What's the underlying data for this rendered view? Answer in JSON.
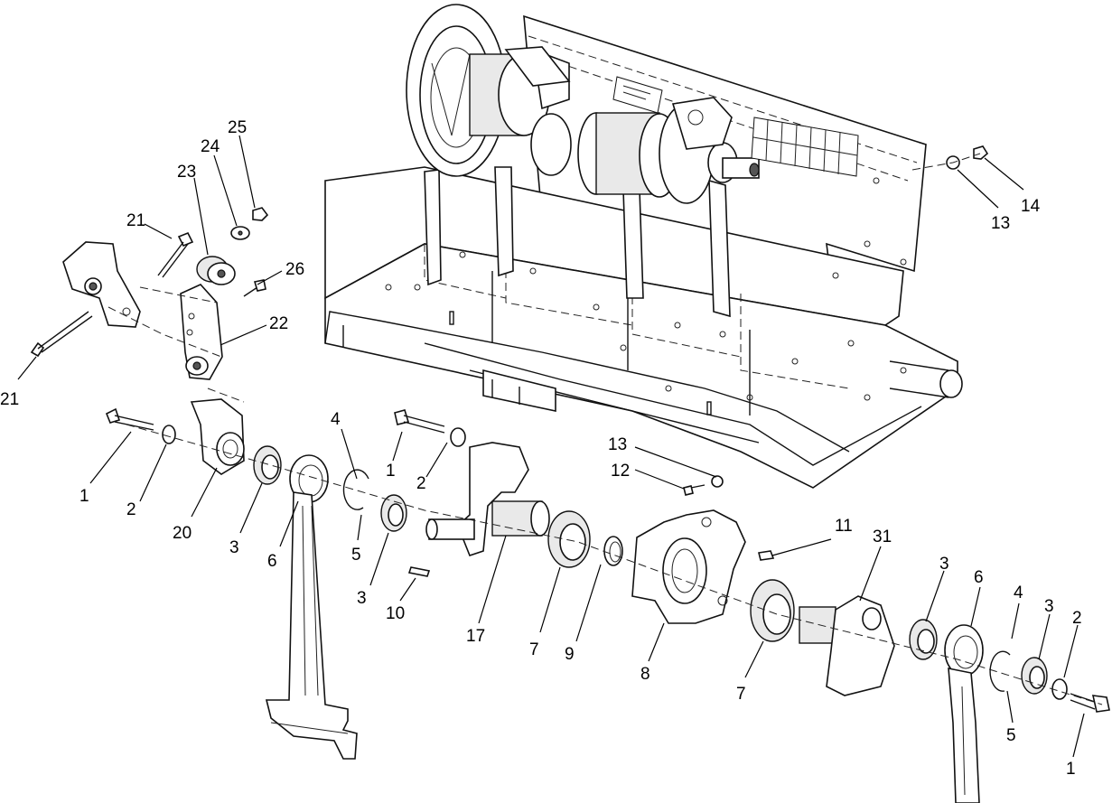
{
  "callouts": [
    "1",
    "2",
    "20",
    "3",
    "6",
    "4",
    "5",
    "3",
    "1",
    "2",
    "10",
    "17",
    "7",
    "9",
    "13",
    "12",
    "8",
    "11",
    "7",
    "31",
    "3",
    "6",
    "4",
    "3",
    "2",
    "5",
    "1",
    "21",
    "23",
    "24",
    "25",
    "21",
    "26",
    "22",
    "13",
    "14"
  ]
}
